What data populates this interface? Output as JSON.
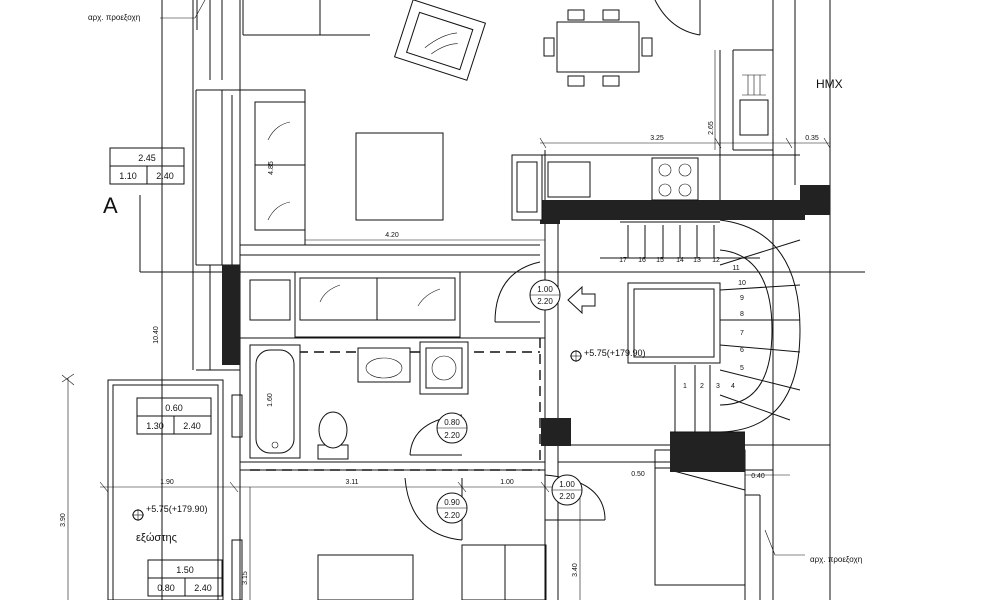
{
  "labels": {
    "projection_top": "αρχ. προεξοχη",
    "projection_bottom": "αρχ. προεξοχη",
    "hmx": "HMX",
    "section_mark": "A",
    "level_stair": "+5.75(+179.90)",
    "level_balcony": "+5.75(+179.90)",
    "balcony": "εξώστης"
  },
  "window_tables": [
    {
      "top": "2.45",
      "left": "1.10",
      "right": "2.40"
    },
    {
      "top": "0.60",
      "left": "1.30",
      "right": "2.40"
    },
    {
      "top": "1.50",
      "left": "0.80",
      "right": "2.40"
    }
  ],
  "door_tags": [
    {
      "top": "1.00",
      "bottom": "2.20"
    },
    {
      "top": "0.80",
      "bottom": "2.20"
    },
    {
      "top": "0.90",
      "bottom": "2.20"
    },
    {
      "top": "1.00",
      "bottom": "2.20"
    }
  ],
  "dimensions": {
    "kitchen_width": "3.25",
    "kitchen_depth": "2.65",
    "hmx_width": "0.35",
    "living_width": "4.20",
    "sofa_depth": "4.85",
    "overall_depth": "10.40",
    "bath_depth": "1.60",
    "balcony_width": "1.90",
    "bedroom_width": "3.11",
    "corridor_width": "1.00",
    "bedroom_depth": "3.15",
    "room2_depth": "3.40",
    "left_depth": "3.90",
    "small_right": "0.40",
    "wardrobe": "0.50"
  },
  "stair_steps": [
    "17",
    "16",
    "15",
    "14",
    "13",
    "12",
    "11",
    "10",
    "9",
    "8",
    "7",
    "6",
    "5",
    "4",
    "3",
    "2",
    "1"
  ]
}
